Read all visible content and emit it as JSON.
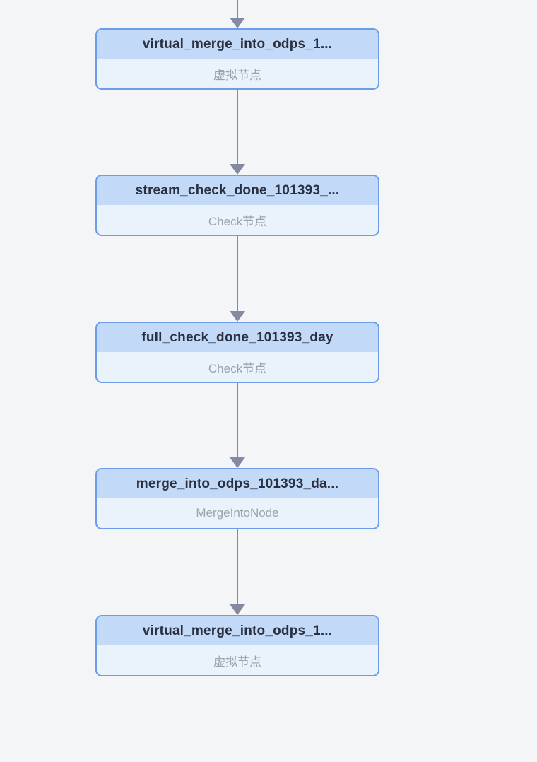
{
  "canvas": {
    "background": "#f4f5f7",
    "colors": {
      "node_border": "#6d9ceb",
      "node_header_bg": "#c2d9f8",
      "node_body_bg": "#eaf3fc",
      "title_text": "#2b3040",
      "subtitle_text": "#9aa2ae",
      "edge": "#848aa2"
    }
  },
  "nodes": [
    {
      "title": "virtual_merge_into_odps_1...",
      "type_label": "虚拟节点"
    },
    {
      "title": "stream_check_done_101393_...",
      "type_label": "Check节点"
    },
    {
      "title": "full_check_done_101393_day",
      "type_label": "Check节点"
    },
    {
      "title": "merge_into_odps_101393_da...",
      "type_label": "MergeIntoNode"
    },
    {
      "title": "virtual_merge_into_odps_1...",
      "type_label": "虚拟节点"
    }
  ],
  "edges": [
    {
      "from": null,
      "to": 0
    },
    {
      "from": 0,
      "to": 1
    },
    {
      "from": 1,
      "to": 2
    },
    {
      "from": 2,
      "to": 3
    },
    {
      "from": 3,
      "to": 4
    }
  ]
}
